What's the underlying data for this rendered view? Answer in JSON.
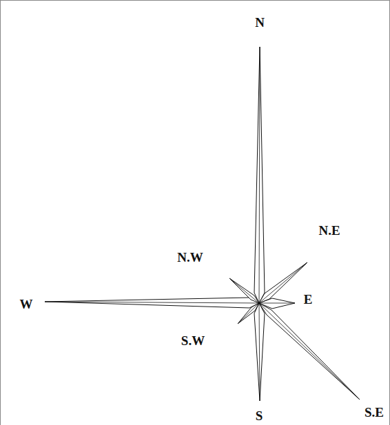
{
  "diagram": {
    "labels": [
      "N",
      "N.E",
      "N.W",
      "W",
      "E",
      "S.W",
      "S",
      "S.E"
    ]
  }
}
